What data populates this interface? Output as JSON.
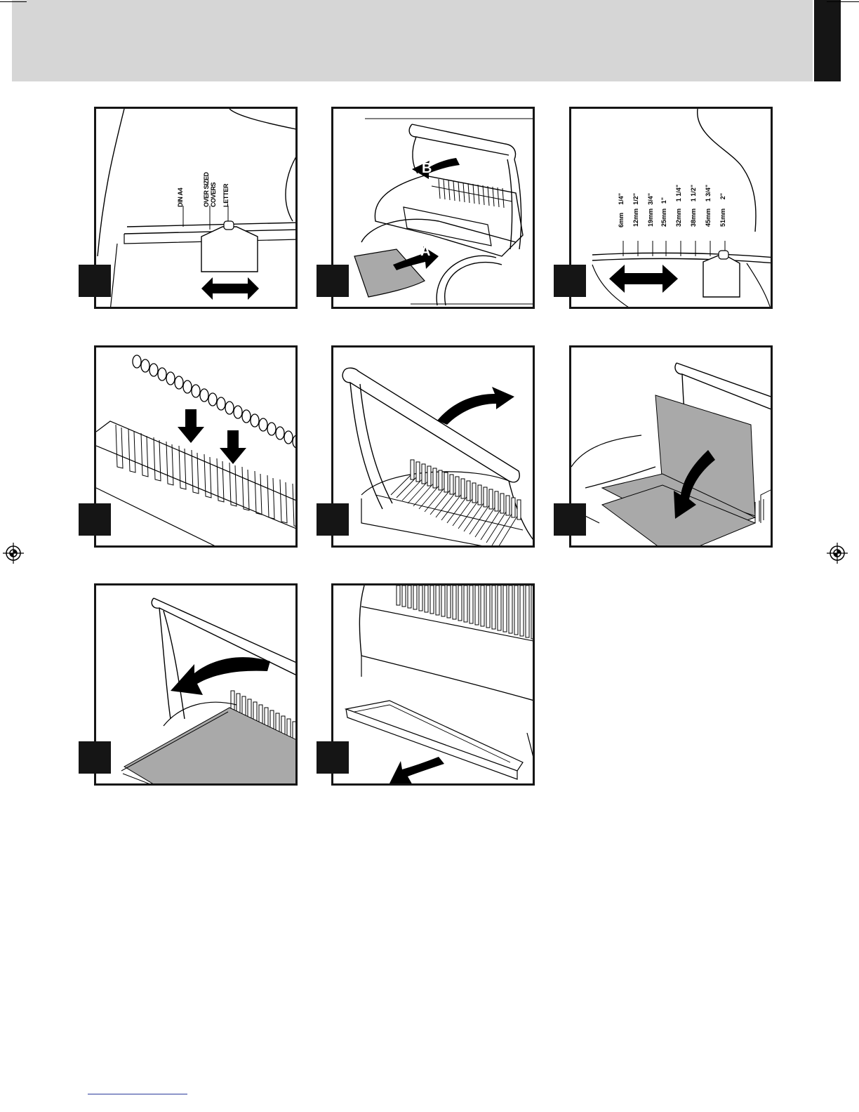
{
  "colors": {
    "header_band": "#d6d6d6",
    "header_tab": "#151515",
    "panel_border": "#151515",
    "sheet_gray": "#a9a9a9",
    "footer_rule": "#2a3a9a"
  },
  "panel1": {
    "label_din": "DIN A4",
    "label_oversized": "OVER SIZED COVERS",
    "label_letter": "LETTER",
    "arrow_icon": "double-arrow-icon"
  },
  "panel2": {
    "label_a": "A",
    "label_b": "B"
  },
  "panel3": {
    "mm_labels": [
      "6mm",
      "12mm",
      "19mm",
      "25mm",
      "32mm",
      "38mm",
      "45mm",
      "51mm"
    ],
    "inch_labels": [
      "1/4\"",
      "1/2\"",
      "3/4\"",
      "1\"",
      "1 1/4\"",
      "1 1/2\"",
      "1 3/4\"",
      "2\""
    ]
  }
}
